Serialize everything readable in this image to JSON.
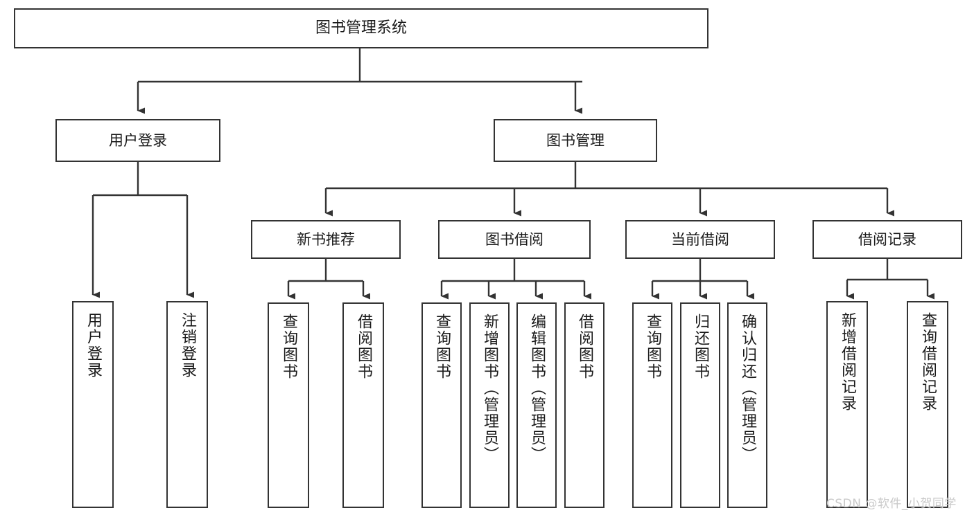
{
  "diagram": {
    "title": "图书管理系统",
    "type": "hierarchy-tree",
    "background_color": "#ffffff",
    "box_border_color": "#333333",
    "text_color": "#1a1a1a",
    "levels": {
      "root": {
        "label": "图书管理系统"
      },
      "level1": [
        {
          "label": "用户登录"
        },
        {
          "label": "图书管理"
        }
      ],
      "level2": [
        {
          "label": "新书推荐"
        },
        {
          "label": "图书借阅"
        },
        {
          "label": "当前借阅"
        },
        {
          "label": "借阅记录"
        }
      ],
      "leaves": {
        "user_login": [
          {
            "label": "用户登录"
          },
          {
            "label": "注销登录"
          }
        ],
        "new_book_recommend": [
          {
            "label": "查询图书"
          },
          {
            "label": "借阅图书"
          }
        ],
        "book_borrow": [
          {
            "label": "查询图书"
          },
          {
            "label": "新增图书（管理员）"
          },
          {
            "label": "编辑图书（管理员）"
          },
          {
            "label": "借阅图书"
          }
        ],
        "current_borrow": [
          {
            "label": "查询图书"
          },
          {
            "label": "归还图书"
          },
          {
            "label": "确认归还（管理员）"
          }
        ],
        "borrow_record": [
          {
            "label": "新增借阅记录"
          },
          {
            "label": "查询借阅记录"
          }
        ]
      }
    }
  },
  "watermark": {
    "text": "CSDN @软件_小贺同学",
    "color": "#c9c9c9"
  }
}
